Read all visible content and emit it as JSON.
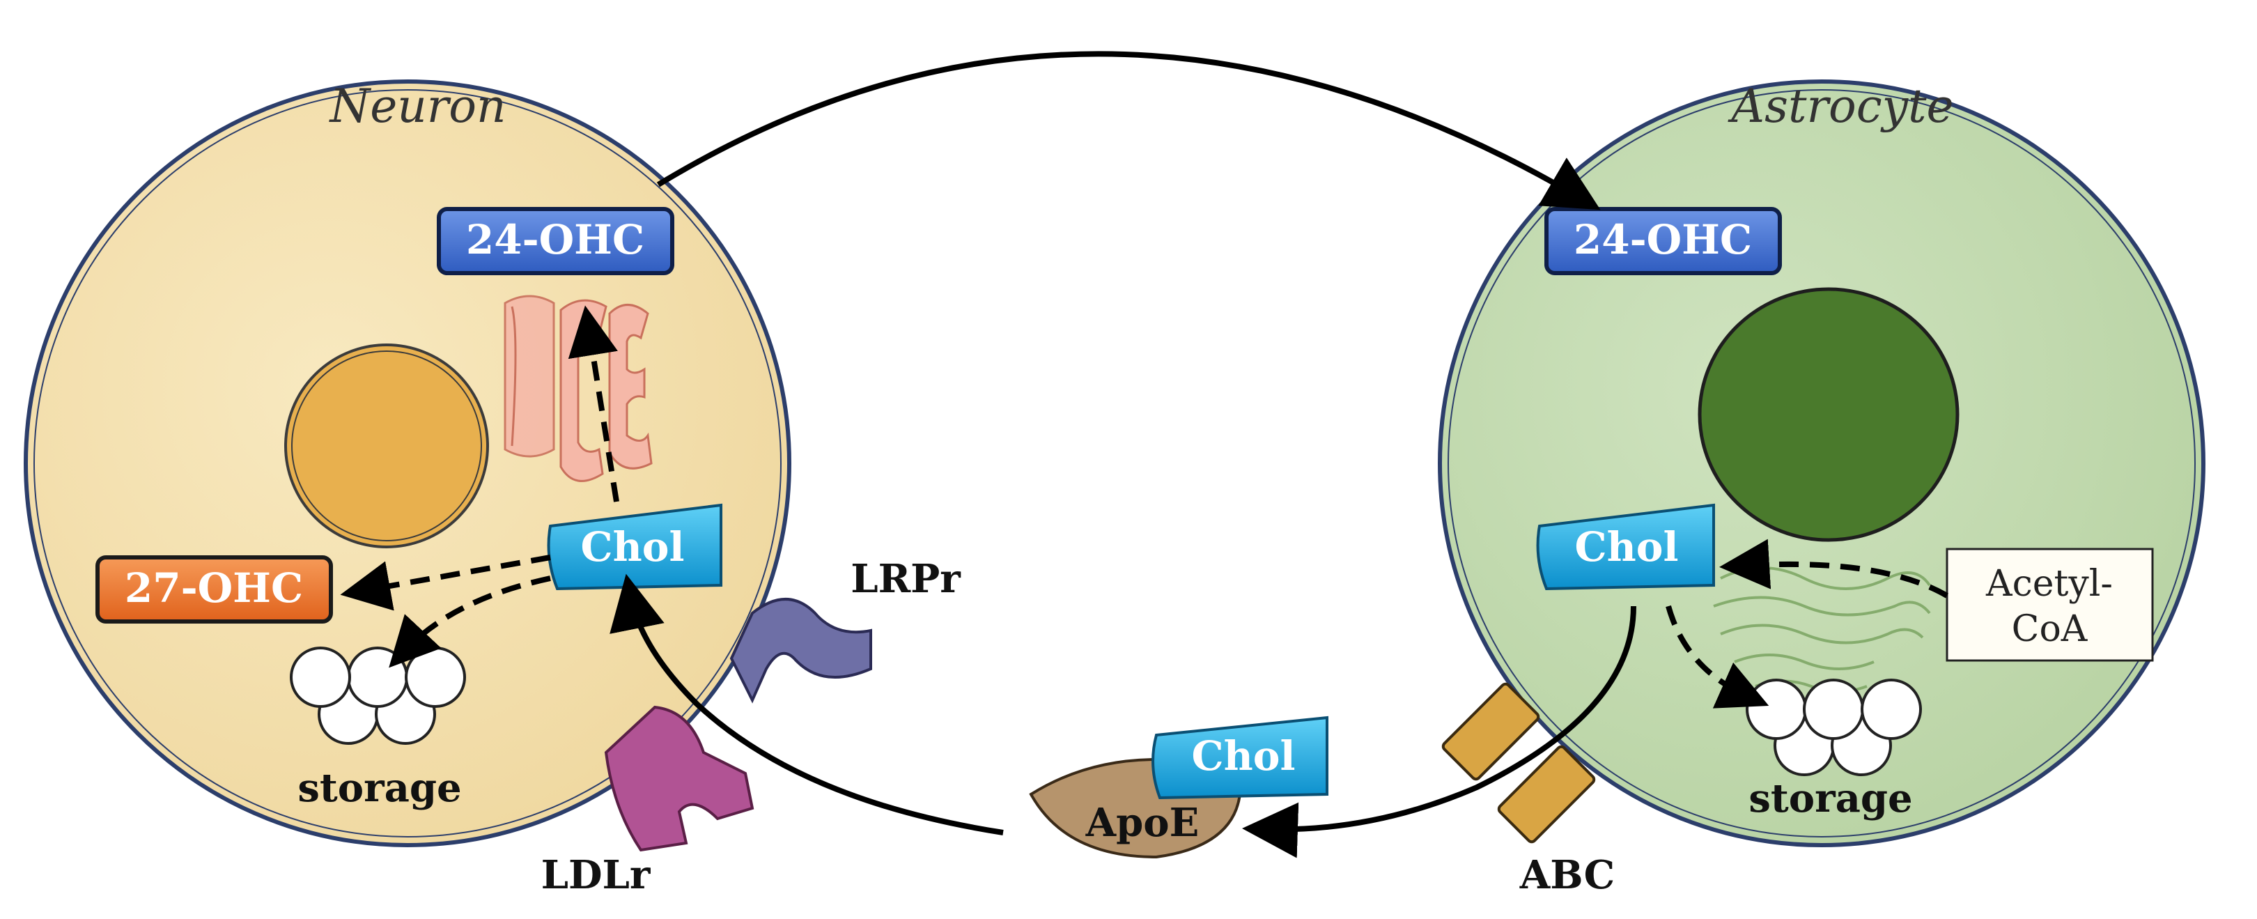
{
  "neuron": {
    "title": "Neuron",
    "oxysterol": "24-OHC",
    "chol": "Chol",
    "oxysterol27": "27-OHC",
    "storage": "storage",
    "receptor_lrp": "LRPr",
    "receptor_ldl": "LDLr"
  },
  "astrocyte": {
    "title": "Astrocyte",
    "oxysterol": "24-OHC",
    "chol": "Chol",
    "acetyl_line1": "Acetyl-",
    "acetyl_line2": "CoA",
    "storage": "storage",
    "transporter": "ABC"
  },
  "extracellular": {
    "chol": "Chol",
    "apoe": "ApoE"
  },
  "colors": {
    "neuron_cytoplasm": "#f5e3b4",
    "neuron_nucleus": "#e8b04e",
    "astrocyte_cytoplasm": "#c4dcb2",
    "astrocyte_nucleus": "#4a7a2c",
    "oxysterol_box": "#3f6fd0",
    "oxysterol27_box": "#ef7a30",
    "chol_box": "#1aa8e2",
    "apoe": "#b6946c",
    "lrp_receptor": "#6e6fa6",
    "ldl_receptor": "#b15394",
    "abc_transporter": "#d9a544",
    "golgi_neuron": "#f5b8a8",
    "er_astrocyte": "#a8c894"
  }
}
